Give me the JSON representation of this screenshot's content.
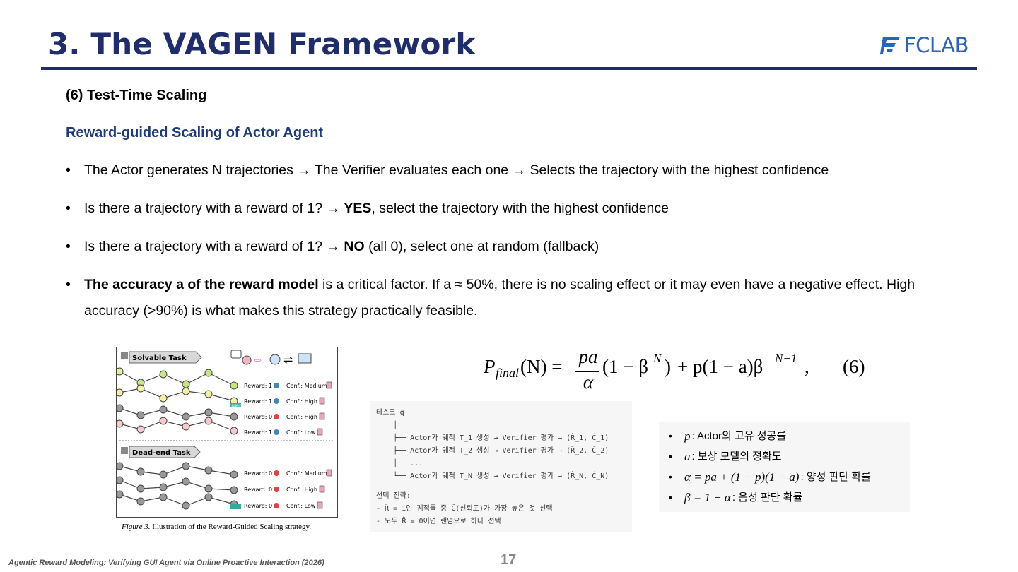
{
  "slide": {
    "title": "3. The VAGEN Framework",
    "logo_text": "FCLAB",
    "section": "(6) Test-Time Scaling",
    "subsection": "Reward-guided Scaling of Actor Agent",
    "bullets": [
      {
        "pre": "The Actor generates N trajectories → The Verifier evaluates each one → Selects the trajectory with the highest confidence",
        "bold": "",
        "post": ""
      },
      {
        "pre": "Is there a trajectory with a reward of 1? → ",
        "bold": "YES",
        "post": ", select the trajectory with the highest confidence"
      },
      {
        "pre": "Is there a trajectory with a reward of 1? → ",
        "bold": "NO",
        "post": " (all 0), select one at random (fallback)"
      },
      {
        "pre": "",
        "bold": "The accuracy a of the reward model",
        "post": " is a critical factor. If a ≈ 50%, there is no scaling effect or it may even have a negative effect. High accuracy (>90%) is what makes this strategy practically feasible."
      }
    ],
    "figure": {
      "solvable_label": "Solvable Task",
      "deadend_label": "Dead-end Task",
      "rows_solvable": [
        {
          "reward": "Reward: 1",
          "conf": "Conf.: Medium"
        },
        {
          "reward": "Reward: 1",
          "conf": "Conf.: High"
        },
        {
          "reward": "Reward: 0",
          "conf": "Conf.: High"
        },
        {
          "reward": "Reward: 1",
          "conf": "Conf.: Low"
        }
      ],
      "rows_deadend": [
        {
          "reward": "Reward: 0",
          "conf": "Conf.: Medium"
        },
        {
          "reward": "Reward: 0",
          "conf": "Conf.: High"
        },
        {
          "reward": "Reward: 0",
          "conf": "Conf.: Low"
        }
      ],
      "submit_label": "SUBMIT",
      "caption_label": "Figure 3.",
      "caption_text": " Illustration of the Reward-Guided Scaling strategy."
    },
    "formula": {
      "lhs_P": "P",
      "lhs_sub": "final",
      "lhs_arg": "(N) =",
      "frac_num": "pa",
      "frac_den": "α",
      "term1": "(1 − β",
      "term1_sup": "N",
      "term1_close": ")",
      "term2": "+ p(1 − a)β",
      "term2_sup": "N−1",
      "term2_tail": ",",
      "eq_num": "(6)"
    },
    "code_lines": [
      "테스크 q",
      "    │",
      "    ├── Actor가 궤적 T_1 생성 → Verifier 평가 → (R̂_1, Ĉ_1)",
      "    ├── Actor가 궤적 T_2 생성 → Verifier 평가 → (R̂_2, Ĉ_2)",
      "    ├── ...",
      "    └── Actor가 궤적 T_N 생성 → Verifier 평가 → (R̂_N, Ĉ_N)",
      "",
      "선택 전략:",
      "- R̂ = 1인 궤적들 중 Ĉ(신뢰도)가 가장 높은 것 선택",
      "- 모두 R̂ = 0이면 랜덤으로 하나 선택"
    ],
    "vars": [
      {
        "math": "p",
        "text": ": Actor의 고유 성공률"
      },
      {
        "math": "a",
        "text": ": 보상 모델의 정확도"
      },
      {
        "math": "α = pa + (1 − p)(1 − a)",
        "text": ": 양성 판단 확률"
      },
      {
        "math": "β = 1 − α",
        "text": ": 음성 판단 확률"
      }
    ],
    "footer": "Agentic Reward Modeling: Verifying GUI Agent via Online Proactive Interaction (2026)",
    "page_number": "17"
  }
}
